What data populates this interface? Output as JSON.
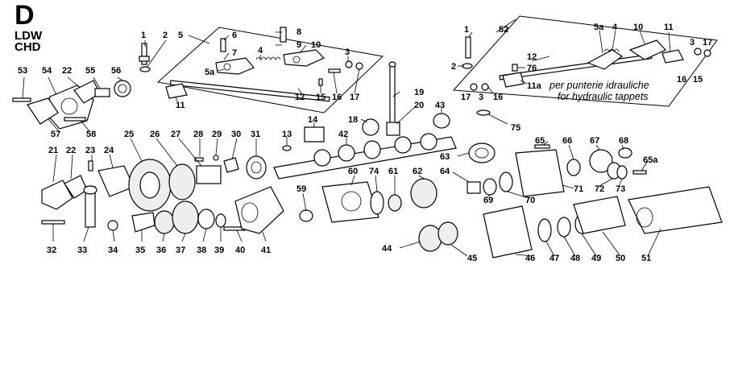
{
  "header": {
    "section_letter": "D",
    "engine_line1": "LDW",
    "engine_line2": "CHD"
  },
  "notes": {
    "hydraulic_it": "per punterie idrauliche",
    "hydraulic_en": "for hydraulic tappets"
  },
  "callouts": [
    "1",
    "2",
    "5",
    "6",
    "7",
    "8",
    "9",
    "10",
    "4",
    "5a",
    "3",
    "11",
    "12",
    "15",
    "16",
    "17",
    "1",
    "2",
    "52",
    "5a",
    "4",
    "10",
    "11",
    "3",
    "17",
    "12",
    "76",
    "11a",
    "16",
    "15",
    "17",
    "3",
    "16",
    "53",
    "54",
    "22",
    "55",
    "56",
    "57",
    "58",
    "19",
    "20",
    "43",
    "14",
    "18",
    "42",
    "13",
    "75",
    "21",
    "22",
    "23",
    "24",
    "25",
    "26",
    "27",
    "28",
    "29",
    "30",
    "31",
    "32",
    "33",
    "34",
    "35",
    "36",
    "37",
    "38",
    "39",
    "40",
    "41",
    "59",
    "60",
    "74",
    "61",
    "62",
    "63",
    "64",
    "65",
    "66",
    "67",
    "68",
    "65a",
    "69",
    "70",
    "71",
    "72",
    "73",
    "44",
    "45",
    "46",
    "47",
    "48",
    "49",
    "50",
    "51"
  ]
}
